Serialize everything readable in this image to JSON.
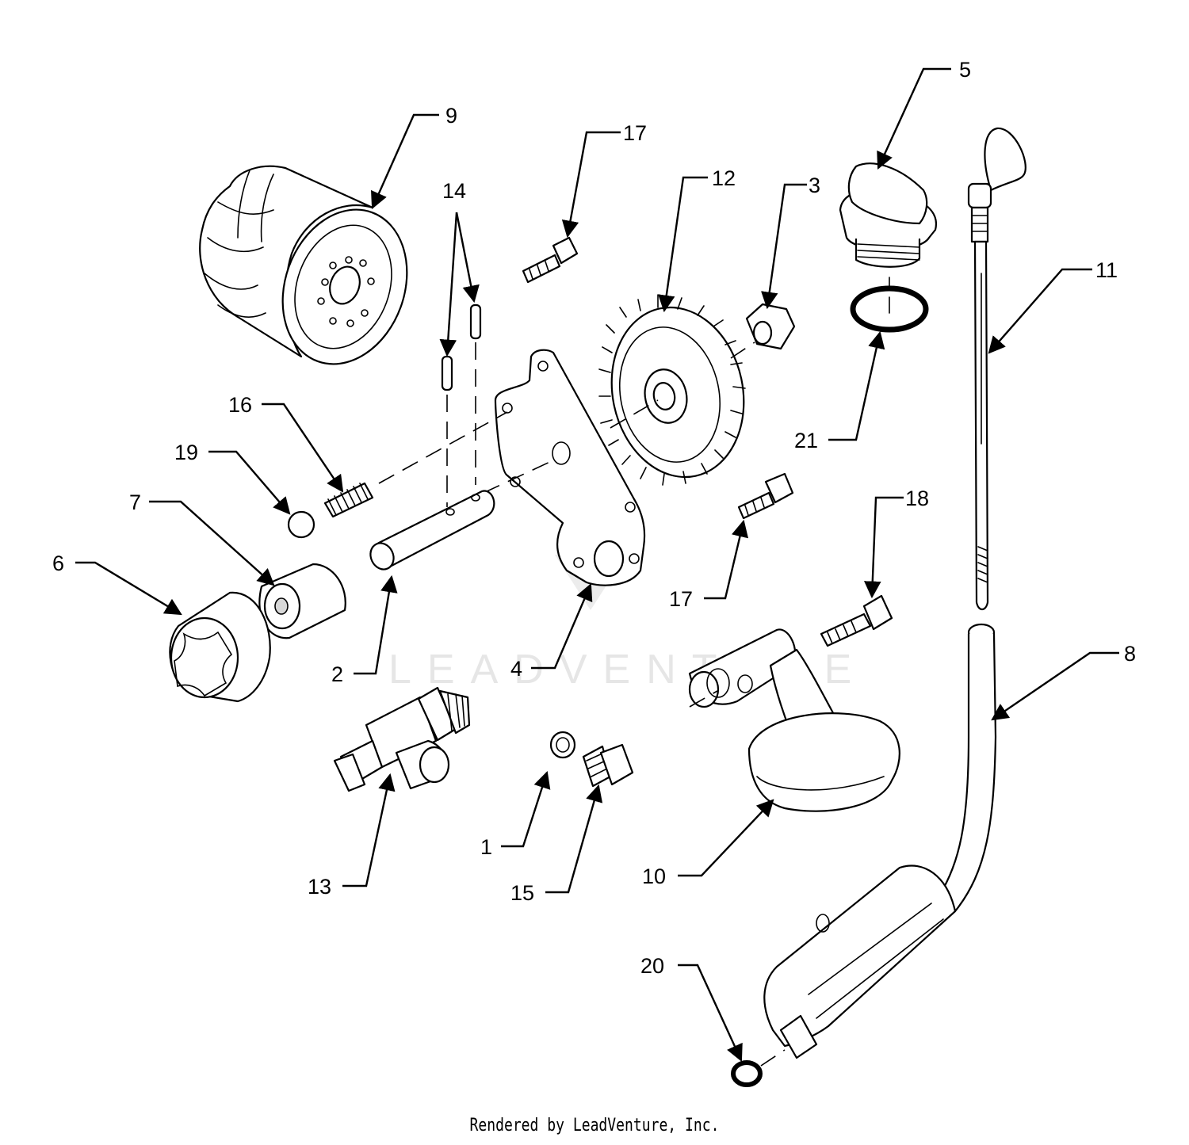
{
  "watermark": "LEADVENTURE",
  "footer": "Rendered by LeadVenture, Inc.",
  "callouts": {
    "c1": "1",
    "c2": "2",
    "c3": "3",
    "c4": "4",
    "c5": "5",
    "c6": "6",
    "c7": "7",
    "c8": "8",
    "c9": "9",
    "c10": "10",
    "c11": "11",
    "c12": "12",
    "c13": "13",
    "c14": "14",
    "c15": "15",
    "c16": "16",
    "c17a": "17",
    "c17b": "17",
    "c18": "18",
    "c19": "19",
    "c20": "20",
    "c21": "21"
  }
}
